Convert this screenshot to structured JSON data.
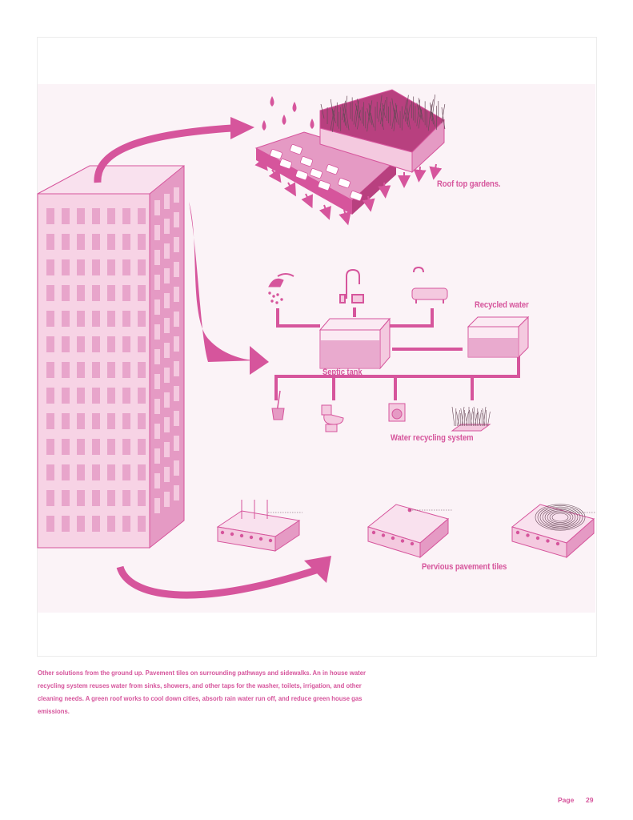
{
  "labels": {
    "roof": "Roof top gardens.",
    "recycled": "Recycled water",
    "septic": "Septic tank",
    "recycling": "Water recycling system",
    "pervious": "Pervious pavement tiles"
  },
  "caption": "Other solutions from the ground up. Pavement tiles on surrounding pathways and sidewalks. An in house water recycling system reuses water from sinks, showers, and other taps for the washer, toilets, irrigation, and other cleaning needs. A green roof works to cool down cities, absorb rain water run off, and reduce green house gas emissions.",
  "footer": {
    "page_label": "Page",
    "page_number": "29"
  },
  "colors": {
    "accent": "#d6559c",
    "light": "#f4c9df",
    "mid": "#e59ac4",
    "panel": "#fbf3f7",
    "dark": "#b8407f"
  }
}
